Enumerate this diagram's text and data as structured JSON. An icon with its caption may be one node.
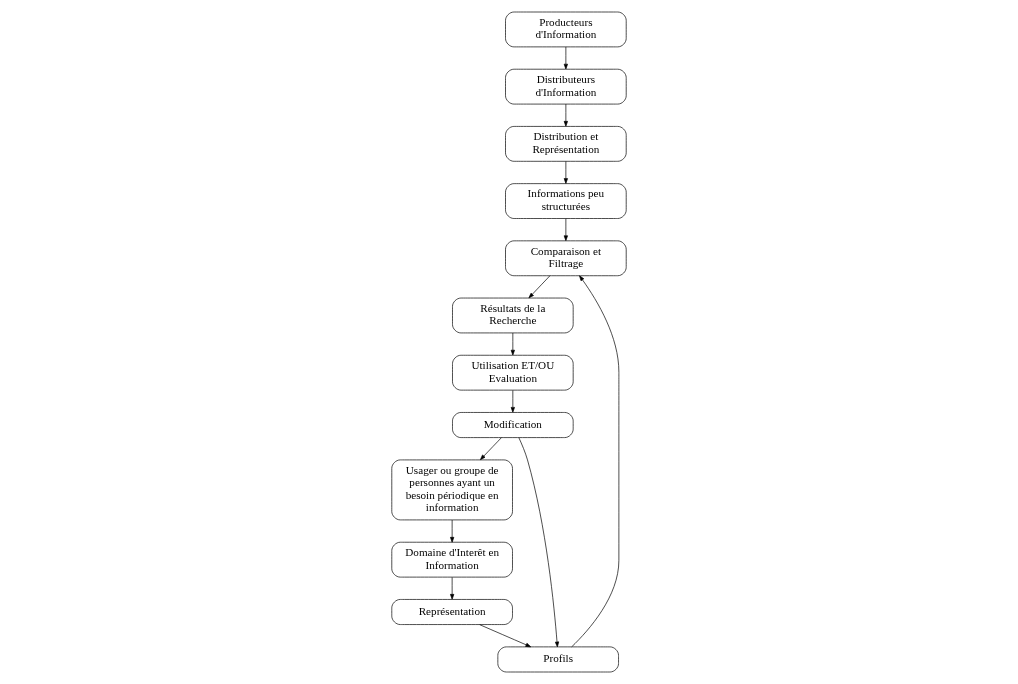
{
  "diagram": {
    "nodes": [
      {
        "text": [
          "Producteurs d'Information"
        ]
      },
      {
        "text": [
          "Distributeurs d'Information"
        ]
      },
      {
        "text": [
          "Distribution et Représentation"
        ]
      },
      {
        "text": [
          "Informations peu structurées"
        ]
      },
      {
        "text": [
          "Comparaison et Filtrage"
        ]
      },
      {
        "text": [
          "Résultats de la Recherche"
        ]
      },
      {
        "text": [
          "Utilisation ET/OU Evaluation"
        ]
      },
      {
        "text": [
          "Modification"
        ]
      },
      {
        "text": [
          "Usager ou groupe de personnes ayant un besoin périodique en information"
        ]
      },
      {
        "text": [
          "Domaine d'Interêt en Information"
        ]
      },
      {
        "text": [
          "Représentation"
        ]
      },
      {
        "text": [
          "Profils"
        ]
      }
    ],
    "edges": [
      {
        "from": 0,
        "to": 1,
        "arrow": "to"
      },
      {
        "from": 1,
        "to": 2,
        "arrow": "to"
      },
      {
        "from": 2,
        "to": 3,
        "arrow": "to"
      },
      {
        "from": 3,
        "to": 4,
        "arrow": "to"
      },
      {
        "from": 4,
        "to": 5,
        "arrow": "to"
      },
      {
        "from": 5,
        "to": 6,
        "arrow": "to"
      },
      {
        "from": 6,
        "to": 7,
        "arrow": "to"
      },
      {
        "from": 8,
        "to": 9,
        "arrow": "to"
      },
      {
        "from": 9,
        "to": 10,
        "arrow": "to"
      },
      {
        "from": 10,
        "to": 11,
        "arrow": "to"
      },
      {
        "from": 11,
        "to": 4,
        "arrow": "to"
      },
      {
        "from": 7,
        "to": 11,
        "arrow": "to"
      },
      {
        "from": 7,
        "to": 8,
        "arrow": "to"
      }
    ]
  }
}
